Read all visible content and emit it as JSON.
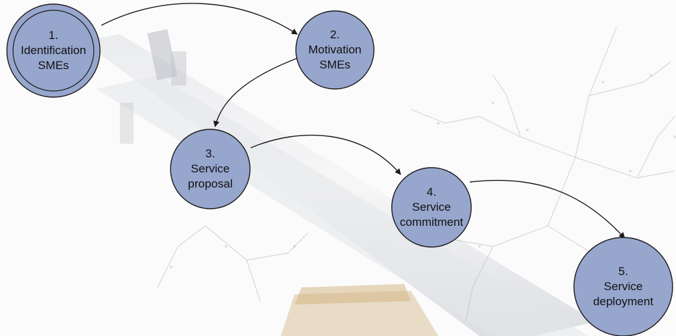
{
  "diagram": {
    "nodes": [
      {
        "id": "n1",
        "number": "1.",
        "line1": "Identification",
        "line2": "SMEs"
      },
      {
        "id": "n2",
        "number": "2.",
        "line1": "Motivation",
        "line2": "SMEs"
      },
      {
        "id": "n3",
        "number": "3.",
        "line1": "Service",
        "line2": "proposal"
      },
      {
        "id": "n4",
        "number": "4.",
        "line1": "Service",
        "line2": "commitment"
      },
      {
        "id": "n5",
        "number": "5.",
        "line1": "Service",
        "line2": "deployment"
      }
    ],
    "edges": [
      {
        "from": "n1",
        "to": "n2"
      },
      {
        "from": "n2",
        "to": "n3"
      },
      {
        "from": "n3",
        "to": "n4"
      },
      {
        "from": "n4",
        "to": "n5"
      }
    ]
  },
  "colors": {
    "node_fill": "#97a6cd",
    "node_stroke": "#1a1a1a",
    "edge": "#1a1a1a",
    "text": "#111111",
    "photo_tint": "#8a8e96",
    "lamp_color": "#c99a4a"
  },
  "background": {
    "description_icon": "street-lamp-photo-watermark"
  }
}
